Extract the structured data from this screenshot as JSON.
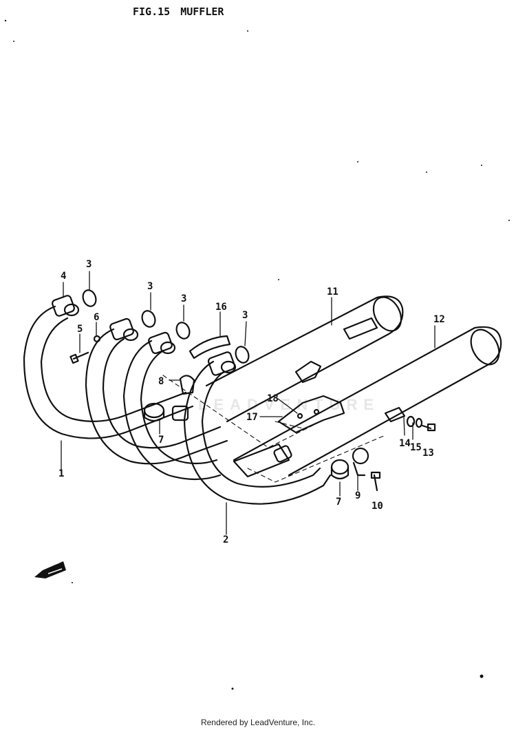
{
  "title": "FIG.15  MUFFLER",
  "footer": "Rendered by LeadVenture, Inc.",
  "watermark": "LEADVENTURE",
  "callouts": [
    {
      "label": "1"
    },
    {
      "label": "2"
    },
    {
      "label": "3"
    },
    {
      "label": "3"
    },
    {
      "label": "3"
    },
    {
      "label": "3"
    },
    {
      "label": "4"
    },
    {
      "label": "5"
    },
    {
      "label": "6"
    },
    {
      "label": "7"
    },
    {
      "label": "7"
    },
    {
      "label": "8"
    },
    {
      "label": "9"
    },
    {
      "label": "10"
    },
    {
      "label": "11"
    },
    {
      "label": "12"
    },
    {
      "label": "13"
    },
    {
      "label": "14"
    },
    {
      "label": "15"
    },
    {
      "label": "16"
    },
    {
      "label": "17"
    },
    {
      "label": "18"
    }
  ],
  "colors": {
    "line": "#111111",
    "background": "#ffffff"
  },
  "icons": {
    "front_arrow": "front-direction-arrow-icon"
  }
}
